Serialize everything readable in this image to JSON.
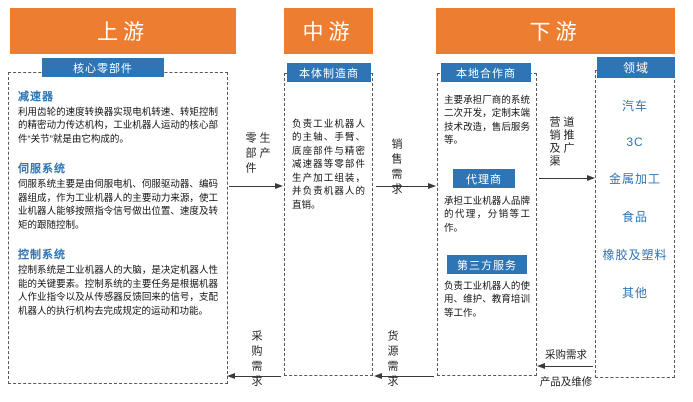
{
  "colors": {
    "orange": "#ED7D31",
    "blue": "#2E75B6"
  },
  "headers": {
    "upstream": "上游",
    "midstream": "中游",
    "downstream": "下游"
  },
  "upstream": {
    "badge": "核心零部件",
    "sections": [
      {
        "title": "减速器",
        "body": "利用齿轮的速度转换器实现电机转速、转矩控制的精密动力传达机构，工业机器人运动的核心部件“关节”就是由它构成的。"
      },
      {
        "title": "伺服系统",
        "body": "伺服系统主要是由伺服电机、伺服驱动器、编码器组成，作为工业机器人的主要动力来源，使工业机器人能够按照指令信号做出位置、速度及转矩的跟随控制。"
      },
      {
        "title": "控制系统",
        "body": "控制系统是工业机器人的大脑，是决定机器人性能的关键要素。控制系统的主要任务是根据机器人作业指令以及从传感器反馈回来的信号，支配机器人的执行机构去完成规定的运动和功能。"
      }
    ]
  },
  "midstream": {
    "badge": "本体制造商",
    "body": "负责工业机器人的主轴、手臂、底座部件与精密减速器等零部件生产加工组装，并负责机器人的直销。"
  },
  "downstream": {
    "groups": [
      {
        "badge": "本地合作商",
        "body": "主要承担厂商的系统二次开发，定制末端技术改造，售后服务等。"
      },
      {
        "badge": "代理商",
        "body": "承担工业机器人品牌的代理，分销等工作。"
      },
      {
        "badge": "第三方服务",
        "body": "负责工业机器人的使用、维护、教育培训等工作。"
      }
    ]
  },
  "fields": {
    "badge": "领域",
    "items": [
      "汽车",
      "3C",
      "金属加工",
      "食品",
      "橡胶及塑料",
      "其他"
    ]
  },
  "flows": {
    "parts_production": "零部件生产",
    "purchase_demand_left": "采购需求",
    "sales_demand": "销售需求",
    "supply_demand": "货源需求",
    "marketing_channel": "营销及渠道推广",
    "purchase_demand_right": "采购需求",
    "products_maintenance": "产品及维修"
  }
}
